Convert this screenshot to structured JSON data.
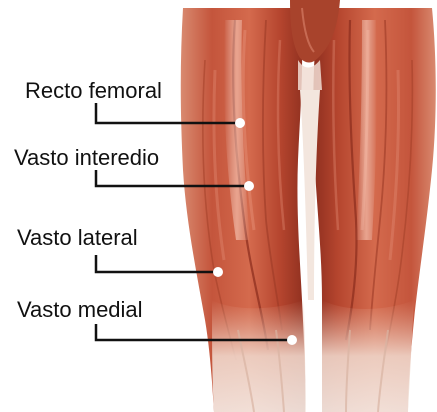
{
  "figure": {
    "subject": "anterior thigh muscles (quadriceps) illustration",
    "colors": {
      "background": "#ffffff",
      "muscle_base": "#c4553c",
      "muscle_dark": "#8e2f1f",
      "muscle_light": "#e99a7e",
      "tendon": "#efe1d8",
      "leader_line": "#111111",
      "marker_dot": "#ffffff",
      "label_text": "#111111"
    }
  },
  "labels": [
    {
      "id": "recto-femoral",
      "text": "Recto femoral"
    },
    {
      "id": "vasto-interedio",
      "text": "Vasto interedio"
    },
    {
      "id": "vasto-lateral",
      "text": "Vasto lateral"
    },
    {
      "id": "vasto-medial",
      "text": "Vasto medial"
    }
  ]
}
